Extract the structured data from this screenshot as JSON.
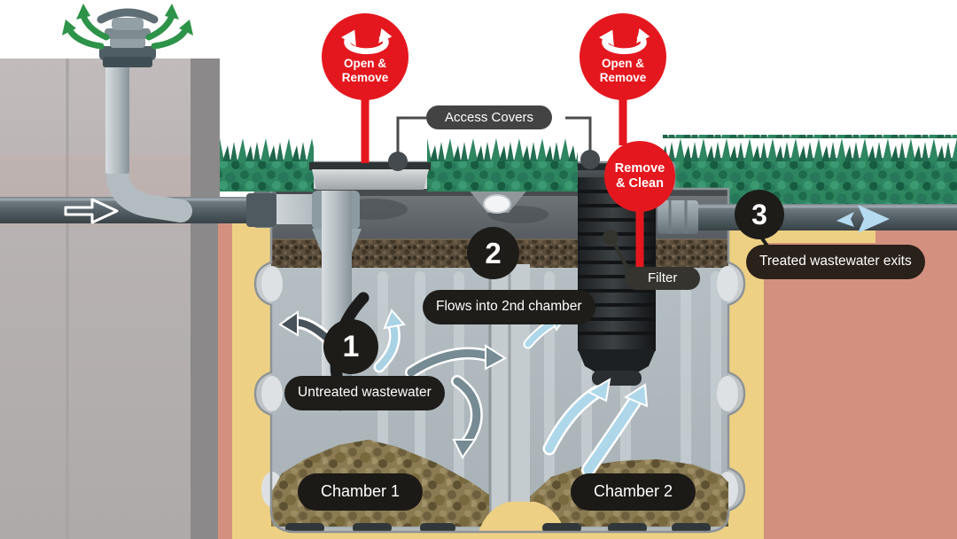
{
  "badges": {
    "open_remove_left": {
      "text": "Open &\nRemove"
    },
    "open_remove_right": {
      "text": "Open &\nRemove"
    },
    "remove_clean": {
      "text": "Remove\n& Clean"
    }
  },
  "labels": {
    "access_covers": "Access Covers",
    "filter": "Filter"
  },
  "steps": [
    {
      "num": "1",
      "label": "Untreated wastewater"
    },
    {
      "num": "2",
      "label": "Flows into 2nd chamber"
    },
    {
      "num": "3",
      "label": "Treated wastewater exits"
    }
  ],
  "chambers": [
    {
      "label": "Chamber 1"
    },
    {
      "label": "Chamber 2"
    }
  ],
  "icons": {
    "rotate": "circular-rotation-arrows-icon",
    "vent": "vent-air-flow-arrows-icon",
    "inlet": "inlet-flow-direction-arrow-icon",
    "outlet": "outlet-flow-direction-arrow-icon"
  },
  "colors": {
    "accent_red": "#E5171E",
    "label_black": "#1F1D1A",
    "grass_green": "#2E8660",
    "sand_yellow": "#EED084",
    "soil_pink": "#D3907F",
    "water_arrow_blue": "#AED7EA"
  }
}
